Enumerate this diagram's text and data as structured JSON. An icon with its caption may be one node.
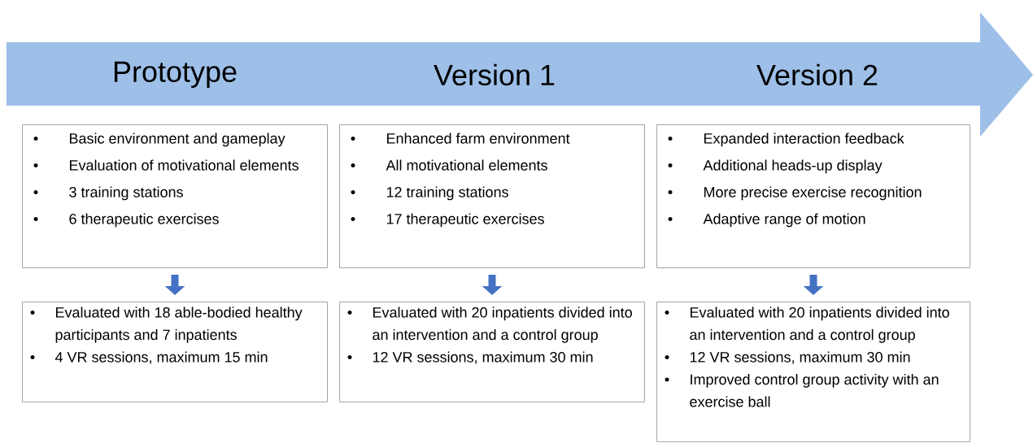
{
  "diagram": {
    "nodes": [
      {
        "text": [
          "Prototype",
          "Version 1",
          "Version 2"
        ]
      },
      {
        "text": [
          "Basic environment and gameplay",
          "Evaluation of motivational elements",
          "3 training stations",
          "6 therapeutic exercises"
        ]
      },
      {
        "text": [
          "Enhanced farm environment",
          "All motivational elements",
          "12 training stations",
          "17 therapeutic exercises"
        ]
      },
      {
        "text": [
          "Expanded interaction feedback",
          "Additional heads-up display",
          "More precise exercise recognition",
          "Adaptive range of motion"
        ]
      },
      {
        "text": [
          "Evaluated with 18 able-bodied healthy participants and 7 inpatients",
          "4 VR sessions, maximum 15 min"
        ]
      },
      {
        "text": [
          "Evaluated with 20 inpatients divided into an intervention and a control group",
          "12 VR sessions, maximum 30 min"
        ]
      },
      {
        "text": [
          "Evaluated with 20 inpatients divided into an intervention and a control group",
          "12 VR sessions, maximum 30 min",
          "Improved control group activity with an exercise ball"
        ]
      }
    ],
    "edges": [
      {
        "from": 1,
        "to": 4,
        "arrow": "to",
        "color": "#4472c4"
      },
      {
        "from": 2,
        "to": 5,
        "arrow": "to",
        "color": "#4472c4"
      },
      {
        "from": 3,
        "to": 6,
        "arrow": "to",
        "color": "#4472c4"
      }
    ]
  }
}
